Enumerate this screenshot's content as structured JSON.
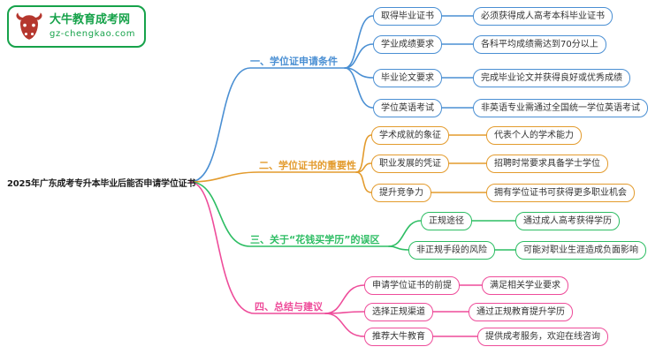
{
  "logo": {
    "site_name": "大牛教育成考网",
    "site_url": "gz-chengkao.com",
    "green": "#16a24a",
    "red": "#b5372e"
  },
  "main_topic": "2025年广东成考专升本毕业后能否申请学位证书",
  "branches": [
    {
      "label": "一、学位证申请条件",
      "color": "#4a8fd3",
      "children": [
        {
          "text": "取得毕业证书",
          "leaf": "必须获得成人高考本科毕业证书"
        },
        {
          "text": "学业成绩要求",
          "leaf": "各科平均成绩需达到70分以上"
        },
        {
          "text": "毕业论文要求",
          "leaf": "完成毕业论文并获得良好或优秀成绩"
        },
        {
          "text": "学位英语考试",
          "leaf": "非英语专业需通过全国统一学位英语考试"
        }
      ]
    },
    {
      "label": "二、学位证书的重要性",
      "color": "#e39b2d",
      "children": [
        {
          "text": "学术成就的象征",
          "leaf": "代表个人的学术能力"
        },
        {
          "text": "职业发展的凭证",
          "leaf": "招聘时常要求具备学士学位"
        },
        {
          "text": "提升竞争力",
          "leaf": "拥有学位证书可获得更多职业机会"
        }
      ]
    },
    {
      "label": "三、关于“花钱买学历”的误区",
      "color": "#2dbd63",
      "children": [
        {
          "text": "正规途径",
          "leaf": "通过成人高考获得学历"
        },
        {
          "text": "非正规手段的风险",
          "leaf": "可能对职业生涯造成负面影响"
        }
      ]
    },
    {
      "label": "四、总结与建议",
      "color": "#ee4c9a",
      "children": [
        {
          "text": "申请学位证书的前提",
          "leaf": "满足相关学业要求"
        },
        {
          "text": "选择正规渠道",
          "leaf": "通过正规教育提升学历"
        },
        {
          "text": "推荐大牛教育",
          "leaf": "提供成考服务，欢迎在线咨询"
        }
      ]
    }
  ]
}
